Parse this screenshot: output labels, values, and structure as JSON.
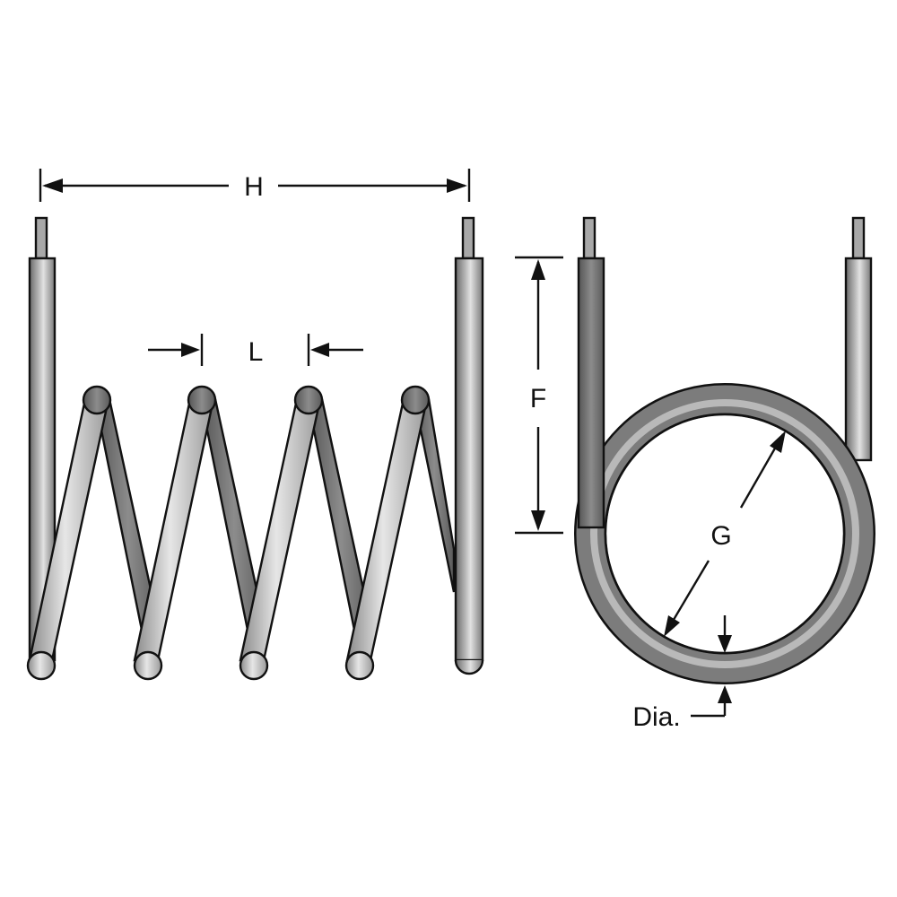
{
  "labels": {
    "h": "H",
    "l": "L",
    "f": "F",
    "g": "G",
    "dia": "Dia."
  },
  "colors": {
    "tube_dark": "#6e6e6e",
    "tube_mid": "#9a9a9a",
    "tube_light": "#d9d9d9",
    "pin": "#a0a0a0",
    "outline": "#111111"
  }
}
